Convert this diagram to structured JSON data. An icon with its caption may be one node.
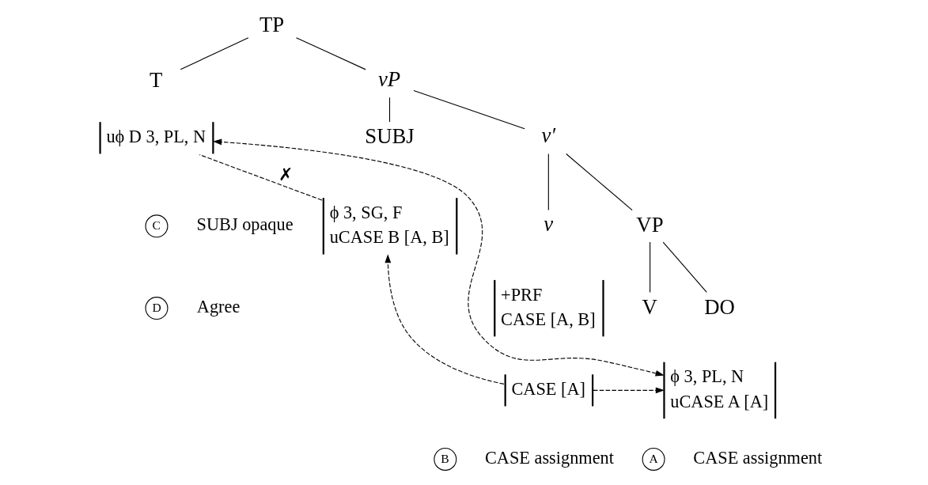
{
  "diagram": {
    "nodes": [
      {
        "text": [
          "TP"
        ]
      },
      {
        "text": [
          "T"
        ]
      },
      {
        "text": [
          "uϕ D 3, PL, N"
        ]
      },
      {
        "text": [
          "vP"
        ]
      },
      {
        "text": [
          "SUBJ"
        ]
      },
      {
        "text": [
          "ϕ 3, SG, F",
          "uCASE B [A, B]"
        ]
      },
      {
        "text": [
          "v′"
        ]
      },
      {
        "text": [
          "v"
        ]
      },
      {
        "text": [
          "+PRF",
          "CASE [A, B]"
        ]
      },
      {
        "text": [
          "CASE [A]"
        ]
      },
      {
        "text": [
          "VP"
        ]
      },
      {
        "text": [
          "V"
        ]
      },
      {
        "text": [
          "DO"
        ]
      },
      {
        "text": [
          "ϕ 3, PL, N",
          "uCASE A [A]"
        ]
      },
      {
        "text": [
          "C"
        ],
        "beside": [
          "SUBJ opaque"
        ]
      },
      {
        "text": [
          "B"
        ],
        "beside": [
          "CASE assignment"
        ]
      },
      {
        "text": [
          "A"
        ],
        "beside": [
          "CASE assignment"
        ]
      },
      {
        "text": [
          "D"
        ],
        "beside": [
          "Agree"
        ]
      }
    ],
    "edges": [
      {
        "from": 0,
        "to": 1,
        "arrow": "none"
      },
      {
        "from": 0,
        "to": 3,
        "arrow": "none"
      },
      {
        "from": 3,
        "to": 4,
        "arrow": "none"
      },
      {
        "from": 3,
        "to": 6,
        "arrow": "none"
      },
      {
        "from": 6,
        "to": 7,
        "arrow": "none"
      },
      {
        "from": 6,
        "to": 10,
        "arrow": "none"
      },
      {
        "from": 10,
        "to": 11,
        "arrow": "none"
      },
      {
        "from": 10,
        "to": 12,
        "arrow": "none"
      },
      {
        "from": 9,
        "to": 5,
        "arrow": "to",
        "style": "dashed"
      },
      {
        "from": 9,
        "to": 13,
        "arrow": "to",
        "style": "dashed"
      },
      {
        "from": 13,
        "to": 2,
        "arrow": "both",
        "style": "dashed"
      },
      {
        "from": 5,
        "to": 2,
        "arrow": "none",
        "style": "dashed",
        "label": "✗"
      }
    ]
  }
}
